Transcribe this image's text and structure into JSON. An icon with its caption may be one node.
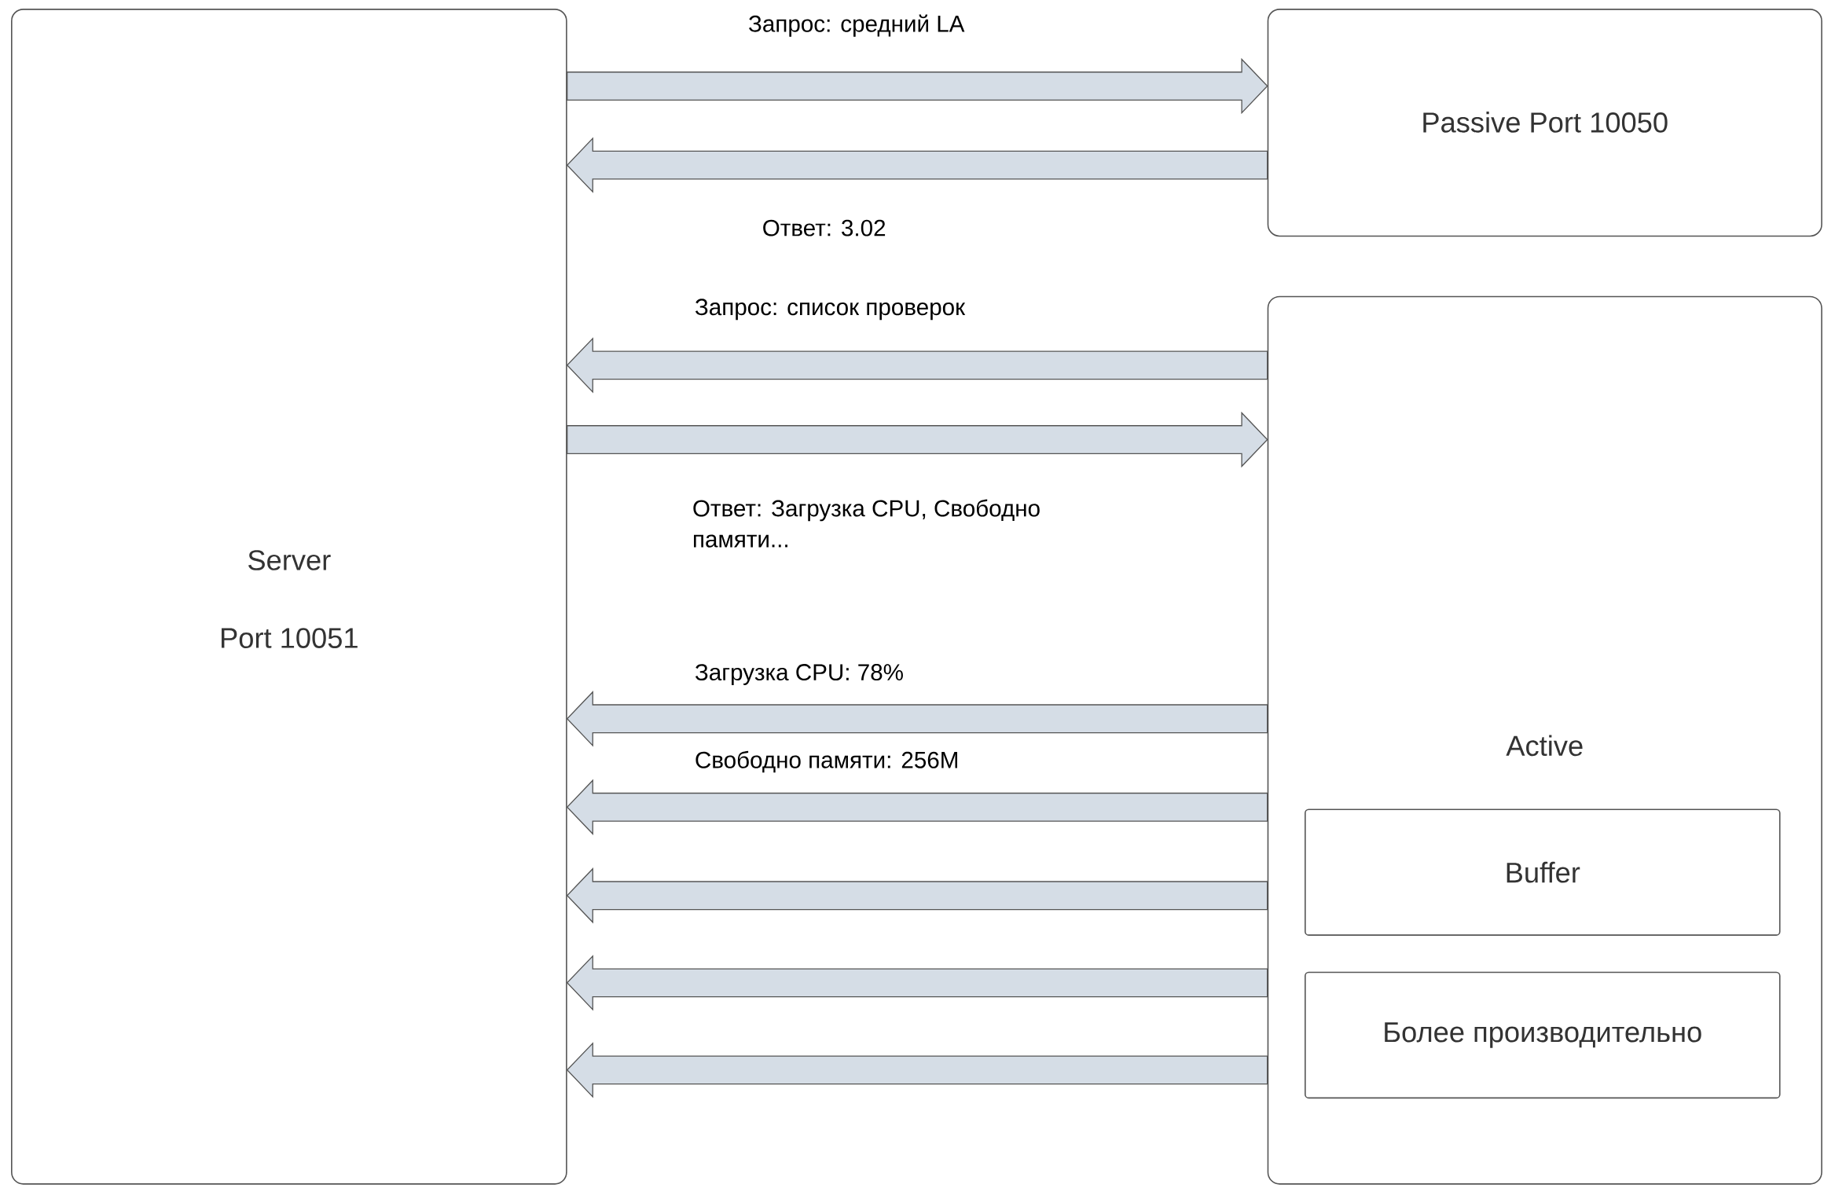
{
  "diagram": {
    "nodes": [
      {
        "text": [
          "Server",
          "Port 10051"
        ]
      },
      {
        "text": [
          "Passive Port 10050"
        ]
      },
      {
        "text": [
          "Active"
        ]
      },
      {
        "text": [
          "Buffer"
        ],
        "in": 2
      },
      {
        "text": [
          "Более производительно"
        ],
        "in": 2
      }
    ],
    "edges": [
      {
        "from": 0,
        "to": 1,
        "arrow": "to",
        "label": "Запрос: средний LA"
      },
      {
        "from": 1,
        "to": 0,
        "arrow": "to",
        "label": "Ответ: 3.02"
      },
      {
        "from": 2,
        "to": 0,
        "arrow": "to",
        "label": "Запрос: список проверок"
      },
      {
        "from": 0,
        "to": 2,
        "arrow": "to",
        "label": "Ответ: Загрузка CPU, Свободно памяти..."
      },
      {
        "from": 2,
        "to": 0,
        "arrow": "to",
        "label": "Загрузка CPU: 78%"
      },
      {
        "from": 2,
        "to": 0,
        "arrow": "to",
        "label": "Свободно памяти: 256M"
      },
      {
        "from": 2,
        "to": 0,
        "arrow": "to"
      },
      {
        "from": 2,
        "to": 0,
        "arrow": "to"
      },
      {
        "from": 2,
        "to": 0,
        "arrow": "to"
      }
    ]
  }
}
